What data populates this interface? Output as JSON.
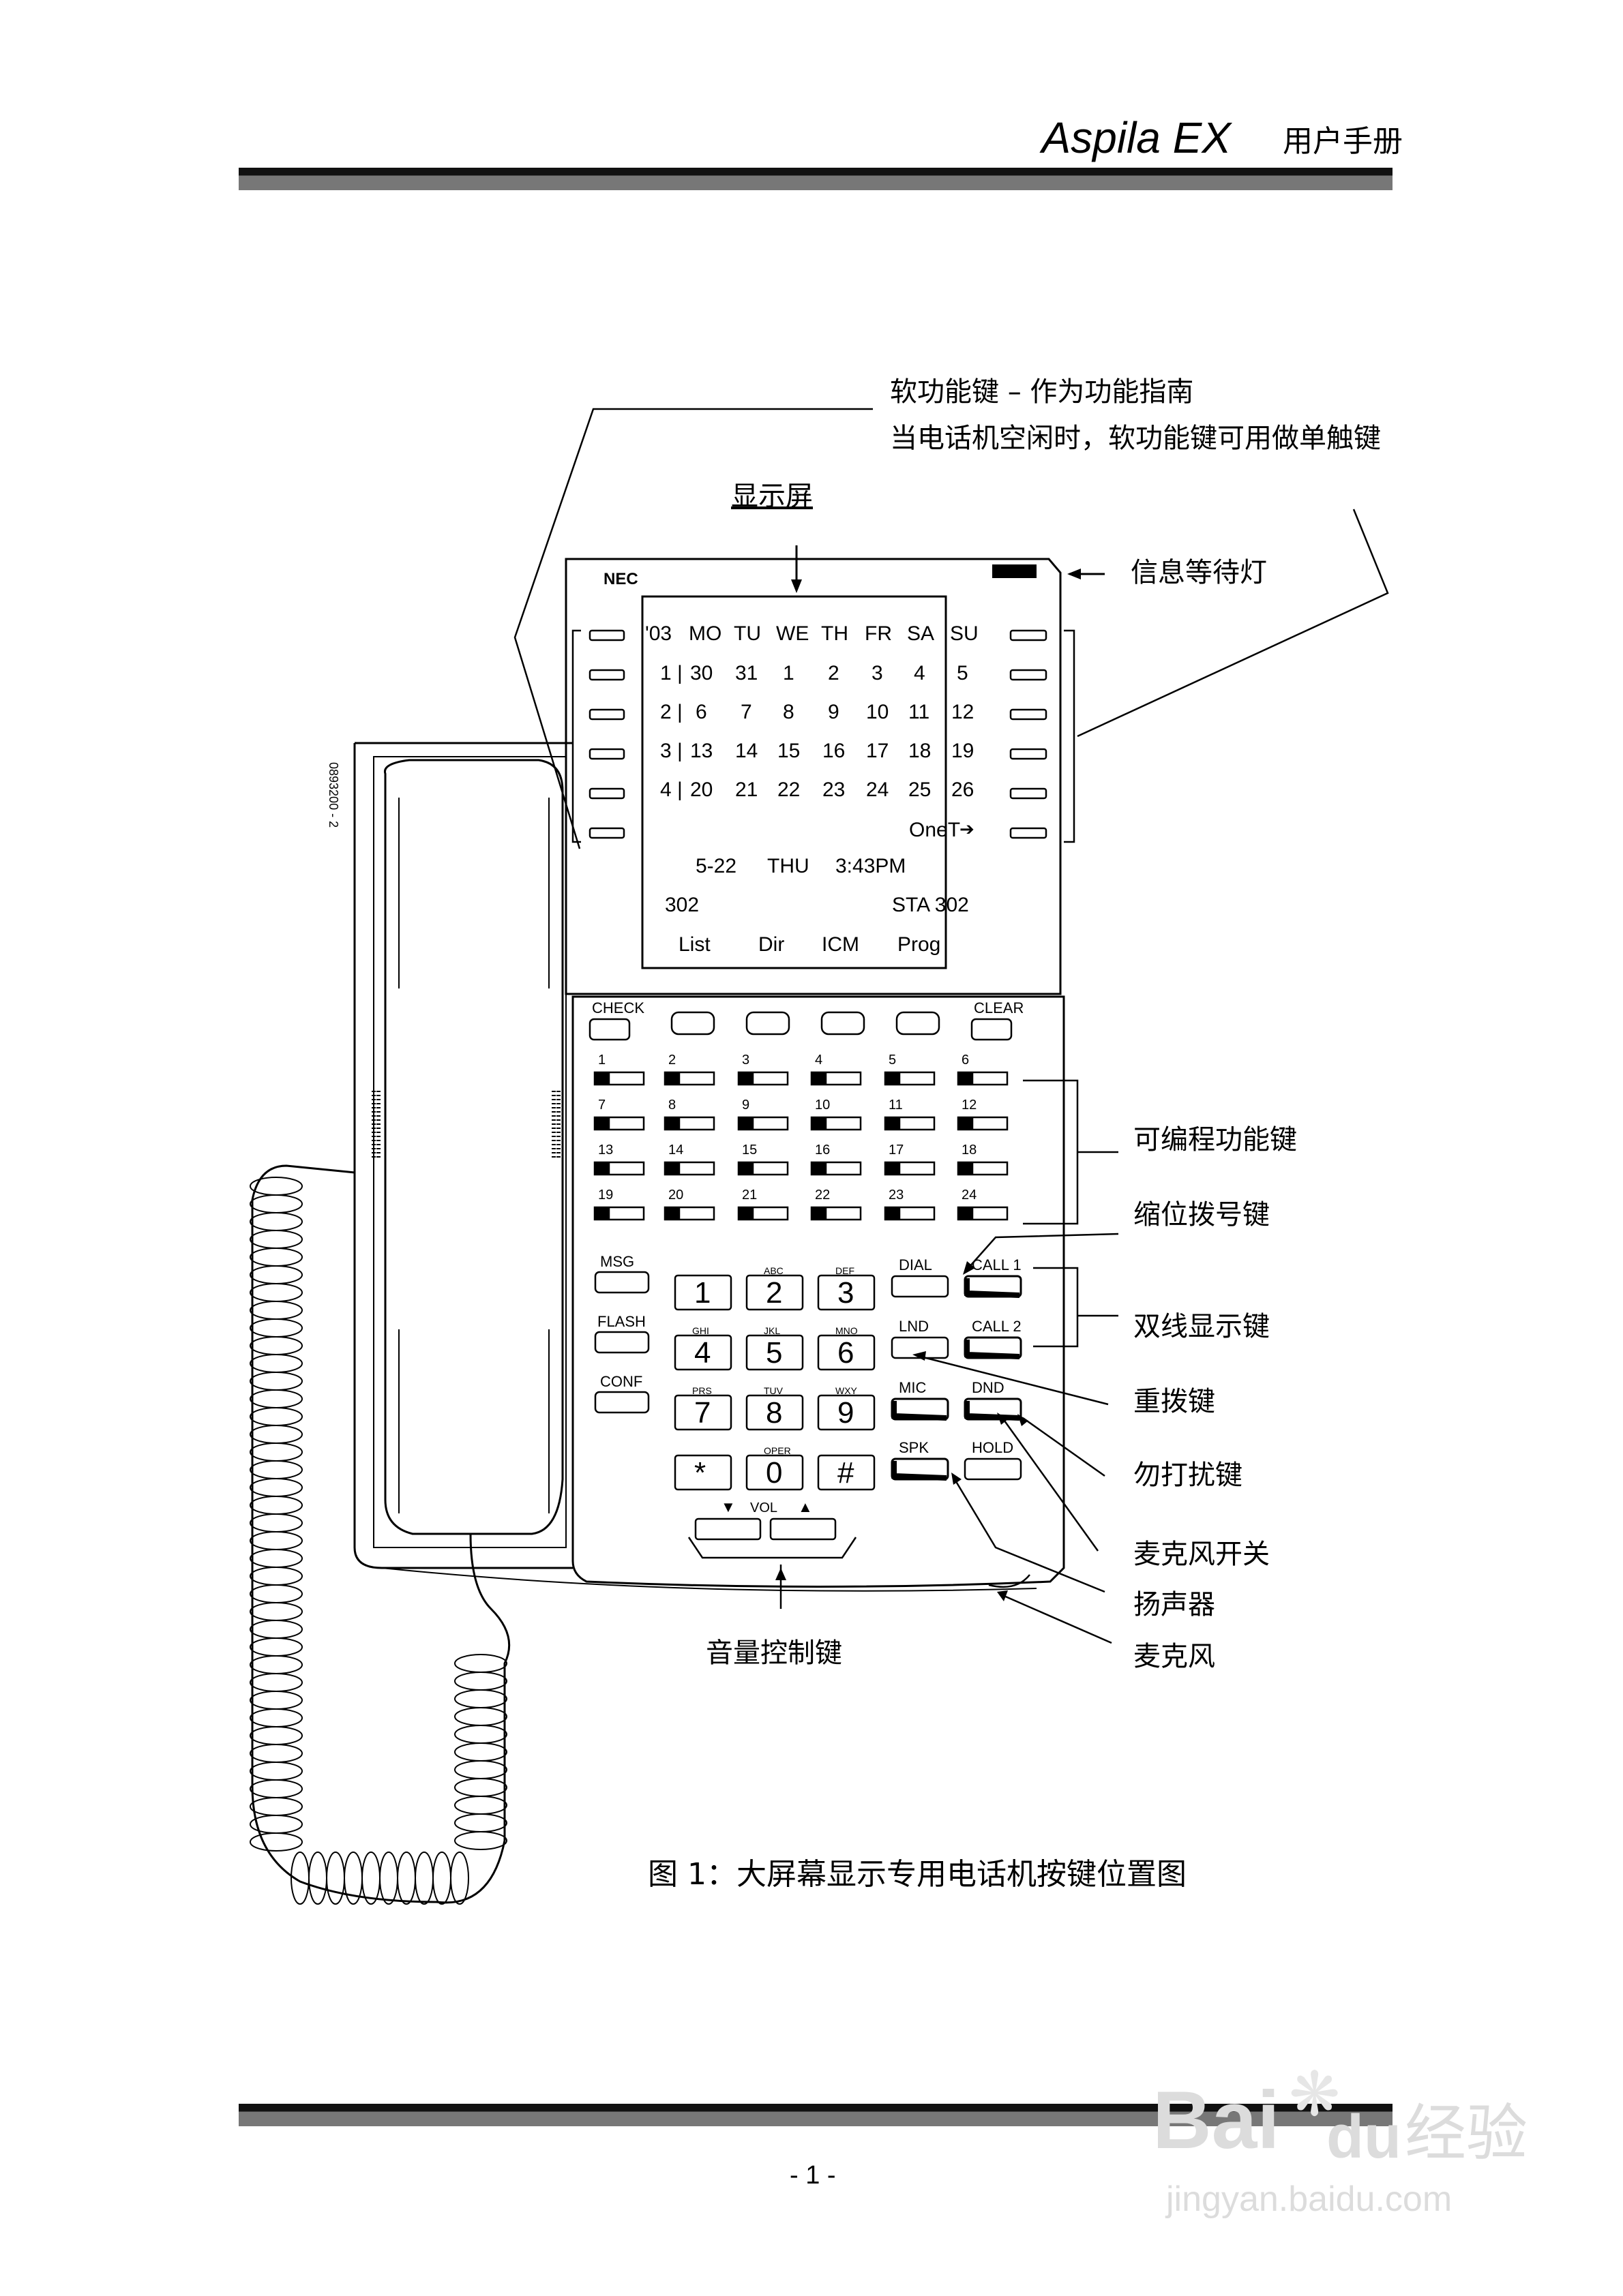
{
  "header": {
    "title": "Aspila  EX",
    "subtitle": "用户手册"
  },
  "callouts": {
    "softkey_line1": "软功能键  –  作为功能指南",
    "softkey_line2": "当电话机空闲时，软功能键可用做单触键",
    "display": "显示屏",
    "msg_lamp": "信息等待灯",
    "prog_keys": "可编程功能键",
    "speed_dial": "缩位拨号键",
    "dual_line": "双线显示键",
    "redial": "重拨键",
    "dnd": "勿打扰键",
    "mic_switch": "麦克风开关",
    "speaker": "扬声器",
    "microphone": "麦克风",
    "volume": "音量控制键"
  },
  "phone": {
    "brand": "NEC",
    "side_code": "0893200 - 2",
    "calendar": {
      "head": [
        "'03",
        "MO",
        "TU",
        "WE",
        "TH",
        "FR",
        "SA",
        "SU"
      ],
      "weeks": [
        {
          "wk": "1 |",
          "d": [
            "30",
            "31",
            "1",
            "2",
            "3",
            "4",
            "5"
          ]
        },
        {
          "wk": "2 |",
          "d": [
            "6",
            "7",
            "8",
            "9",
            "10",
            "11",
            "12"
          ]
        },
        {
          "wk": "3 |",
          "d": [
            "13",
            "14",
            "15",
            "16",
            "17",
            "18",
            "19"
          ]
        },
        {
          "wk": "4 |",
          "d": [
            "20",
            "21",
            "22",
            "23",
            "24",
            "25",
            "26"
          ]
        }
      ],
      "onet": "OneT",
      "arrow": "➔",
      "date": "5-22",
      "day": "THU",
      "time": "3:43PM",
      "ext": "302",
      "sta": "STA 302",
      "soft_labels": [
        "List",
        "Dir",
        "ICM",
        "Prog"
      ]
    },
    "check": "CHECK",
    "clear": "CLEAR",
    "prog_numbers": [
      "1",
      "2",
      "3",
      "4",
      "5",
      "6",
      "7",
      "8",
      "9",
      "10",
      "11",
      "12",
      "13",
      "14",
      "15",
      "16",
      "17",
      "18",
      "19",
      "20",
      "21",
      "22",
      "23",
      "24"
    ],
    "left_keys": [
      "MSG",
      "FLASH",
      "CONF"
    ],
    "dialpad": [
      {
        "d": "1",
        "s": ""
      },
      {
        "d": "2",
        "s": "ABC"
      },
      {
        "d": "3",
        "s": "DEF"
      },
      {
        "d": "4",
        "s": "GHI"
      },
      {
        "d": "5",
        "s": "JKL"
      },
      {
        "d": "6",
        "s": "MNO"
      },
      {
        "d": "7",
        "s": "PRS"
      },
      {
        "d": "8",
        "s": "TUV"
      },
      {
        "d": "9",
        "s": "WXY"
      },
      {
        "d": "*",
        "s": ""
      },
      {
        "d": "0",
        "s": "OPER"
      },
      {
        "d": "#",
        "s": ""
      }
    ],
    "func_keys": [
      "DIAL",
      "CALL 1",
      "LND",
      "CALL 2",
      "MIC",
      "DND",
      "SPK",
      "HOLD"
    ],
    "vol": "VOL",
    "vol_down": "▼",
    "vol_up": "▲"
  },
  "figure_caption": "图 1：大屏幕显示专用电话机按键位置图",
  "page_number": "- 1 -",
  "watermark": {
    "text": "Bai",
    "text2": "du",
    "cn": "经验",
    "url": "jingyan.baidu.com"
  }
}
